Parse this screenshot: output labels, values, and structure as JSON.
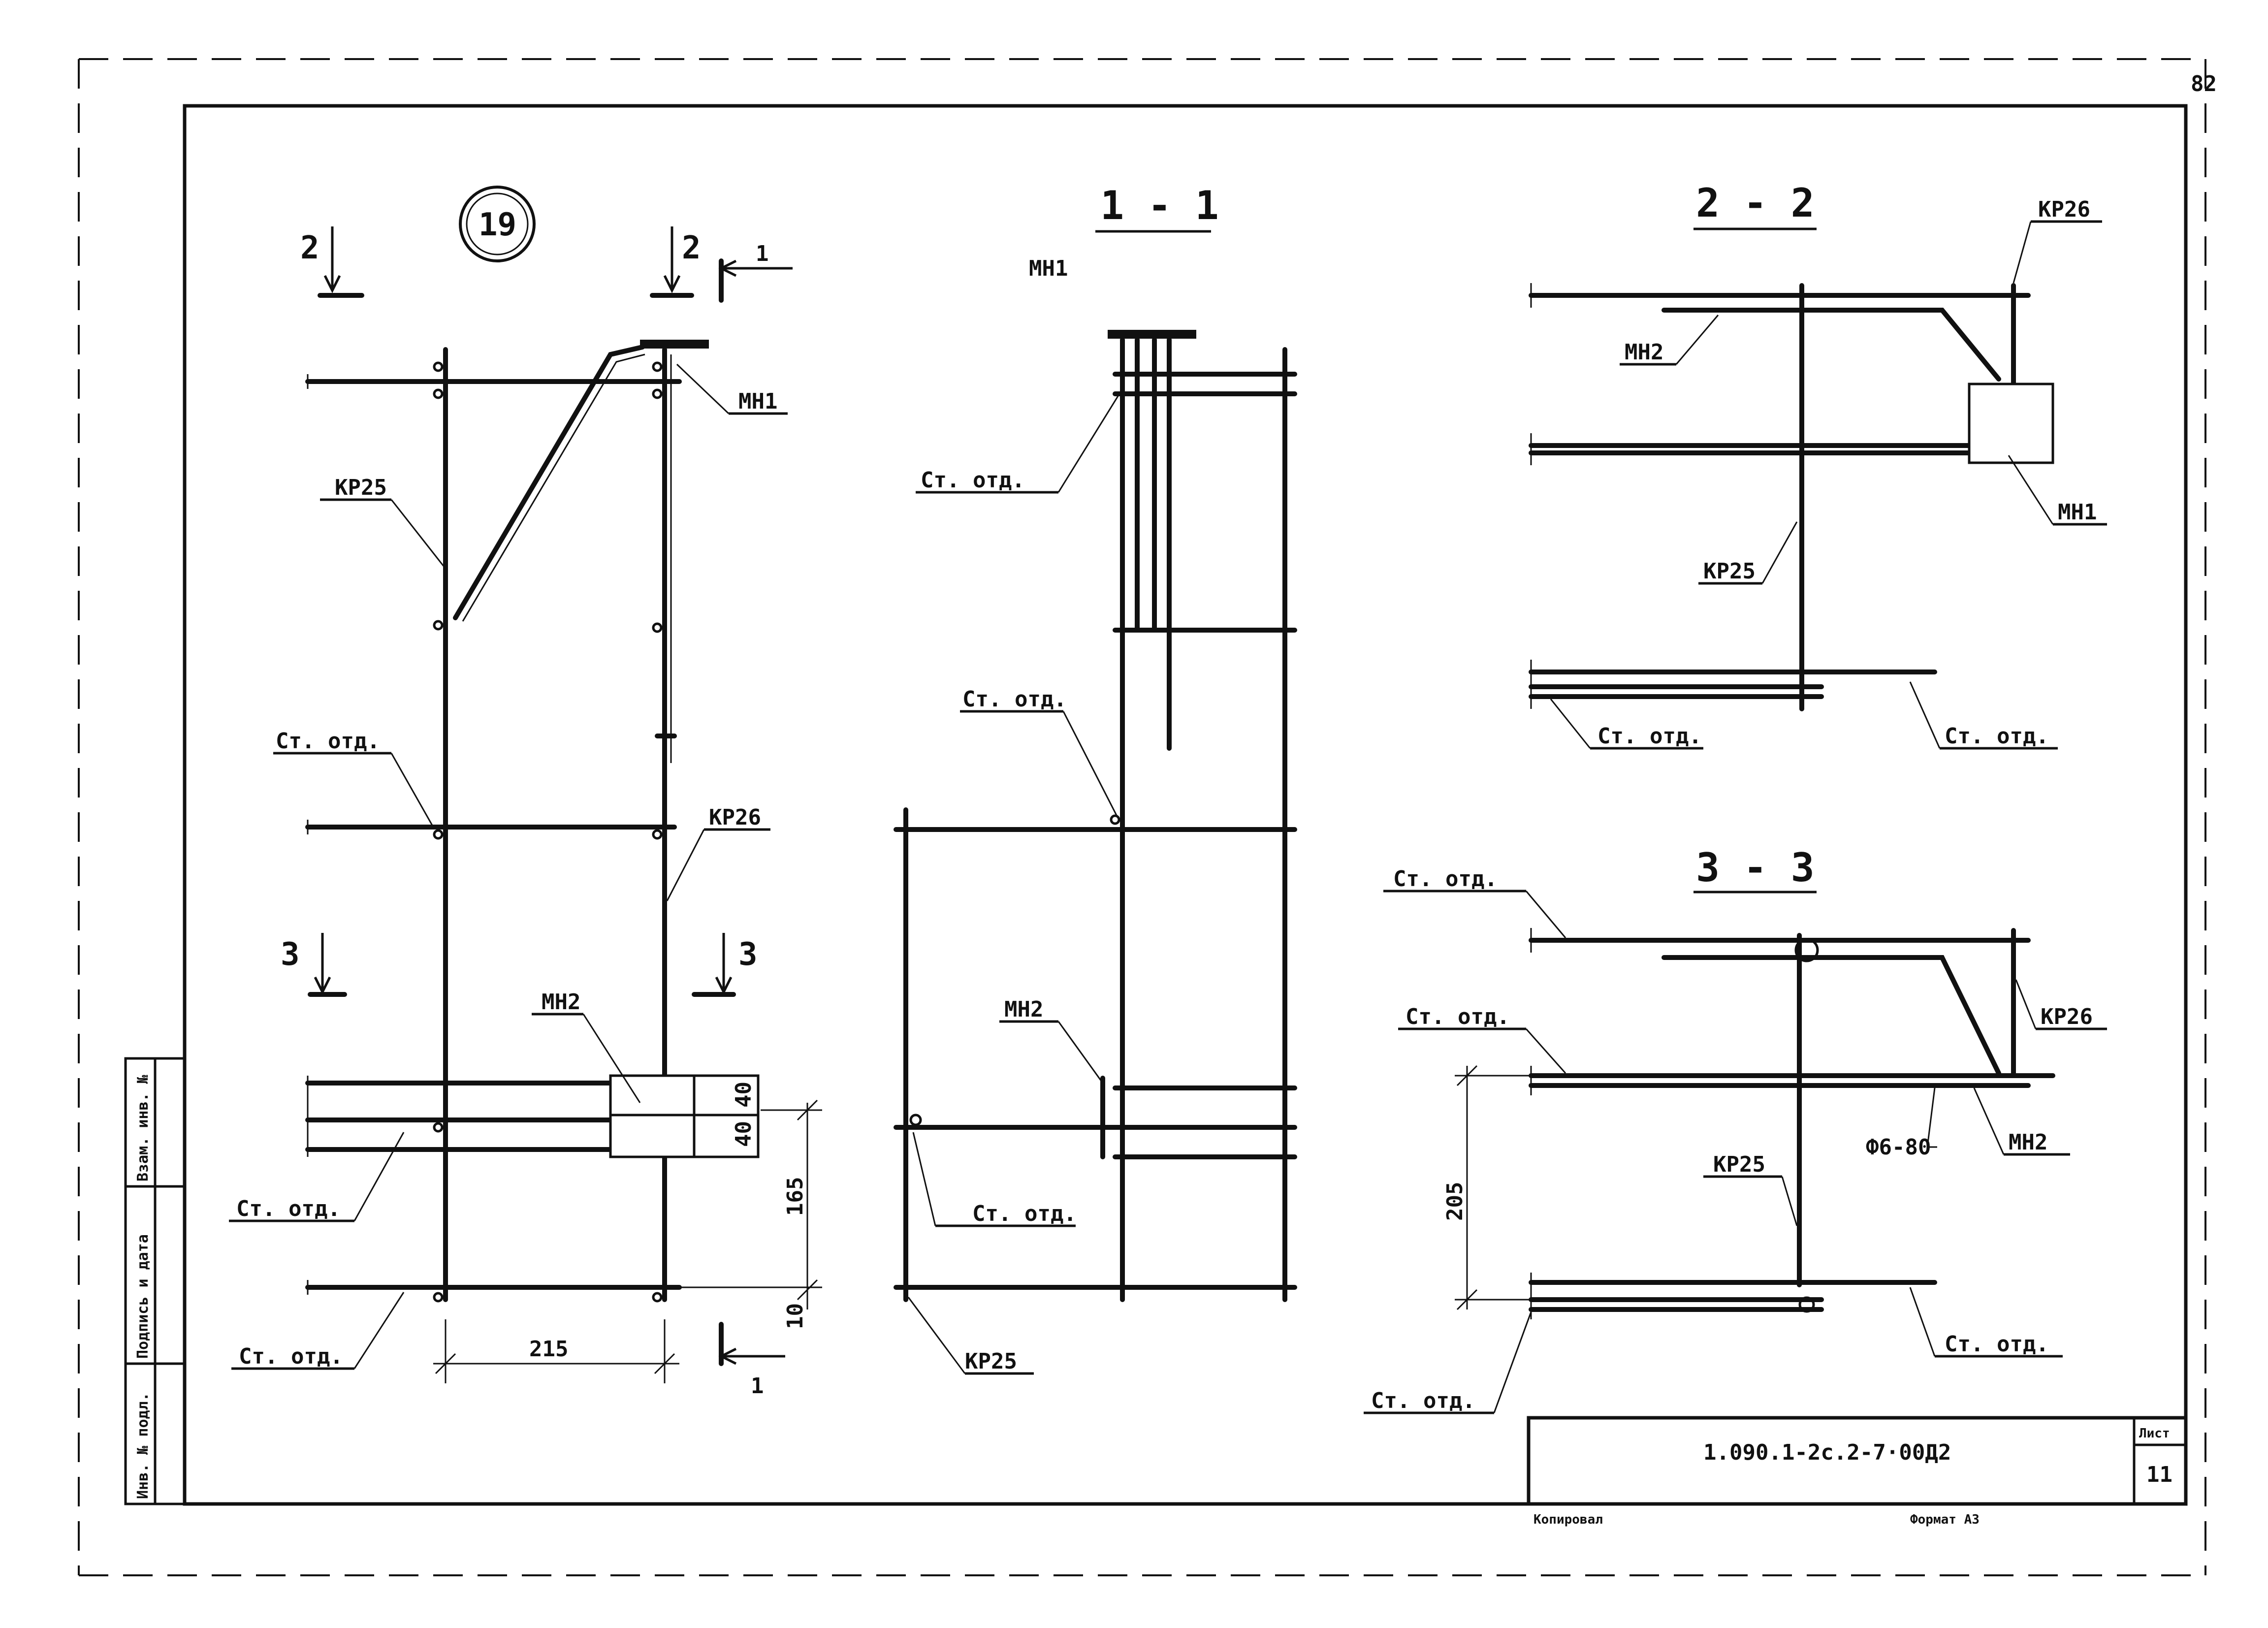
{
  "node": {
    "number": "19"
  },
  "sections": {
    "s1": "1 - 1",
    "s2": "2 - 2",
    "s3": "3 - 3"
  },
  "cut_marks": {
    "two": "2",
    "three": "3",
    "one": "1"
  },
  "labels": {
    "mn1": "МН1",
    "mn2": "МН2",
    "kr25": "КР25",
    "kr26": "КР26",
    "st_otd": "Ст. отд.",
    "anchor": "Ф6-80"
  },
  "dimensions": {
    "d215": "215",
    "d40a": "40",
    "d40b": "40",
    "d165": "165",
    "d10": "10",
    "d205": "205"
  },
  "title_block": {
    "code": "1.090.1-2с.2-7·00Д2",
    "sheet_label": "Лист",
    "sheet_number": "11",
    "copied": "Копировал",
    "format": "Формат А3"
  },
  "side_stamp": [
    "Инв. № подл.",
    "Подпись и дата",
    "Взам. инв. №"
  ],
  "corner_number": "82"
}
